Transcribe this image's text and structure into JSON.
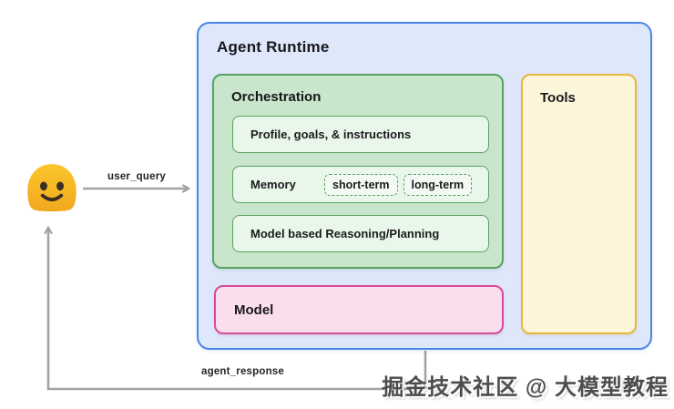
{
  "runtime": {
    "title": "Agent Runtime"
  },
  "orchestration": {
    "title": "Orchestration",
    "profile_label": "Profile, goals, & instructions",
    "memory": {
      "label": "Memory",
      "chips": [
        "short-term",
        "long-term"
      ]
    },
    "reasoning_label": "Model based Reasoning/Planning"
  },
  "model": {
    "label": "Model"
  },
  "tools": {
    "label": "Tools"
  },
  "flow": {
    "user_query_label": "user_query",
    "agent_response_label": "agent_response"
  },
  "user": {
    "icon": "smiley-blob-emoji"
  },
  "watermark": {
    "text": "掘金技术社区 @ 大模型教程"
  },
  "colors": {
    "runtime_bg": "#dfe8fb",
    "runtime_border": "#4b86e8",
    "orchestration_bg": "#c9e5cb",
    "orchestration_border": "#58a364",
    "row_bg": "#e9f6ea",
    "model_bg": "#fbdeee",
    "model_border": "#d64b97",
    "tools_bg": "#fdf5d9",
    "tools_border": "#e9b53d",
    "arrow": "#a3a3a3",
    "emoji_yellow": "#f8bc25",
    "text": "#1b1c1e"
  }
}
